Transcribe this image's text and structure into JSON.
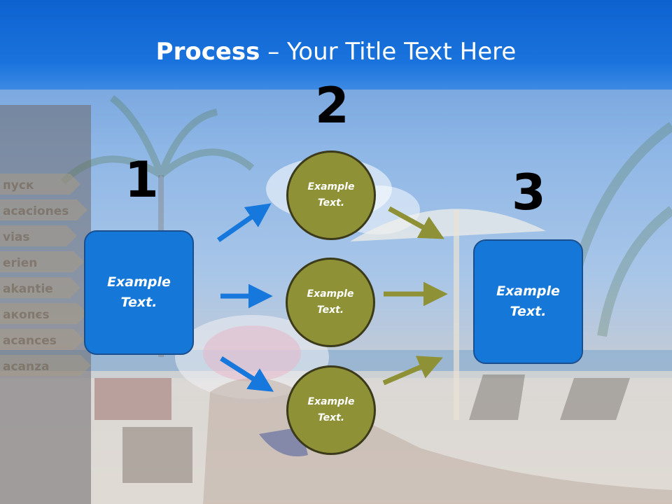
{
  "title": {
    "bold": "Process",
    "dash": " – ",
    "rest": "Your Title Text Here"
  },
  "steps": {
    "one": "1",
    "two": "2",
    "three": "3"
  },
  "left_box": {
    "line1": "Example",
    "line2": "Text."
  },
  "right_box": {
    "line1": "Example",
    "line2": "Text."
  },
  "circles": [
    {
      "line1": "Example",
      "line2": "Text."
    },
    {
      "line1": "Example",
      "line2": "Text."
    },
    {
      "line1": "Example",
      "line2": "Text."
    }
  ],
  "signposts": [
    "пуск",
    "acaciones",
    "vias",
    "erien",
    "akantie",
    "акопєs",
    "acances",
    "acanza"
  ],
  "colors": {
    "header": "#1a73dd",
    "box": "#1577d8",
    "circle": "#8e9135",
    "blue_arrow": "#1677dc",
    "olive_arrow": "#8e9135"
  }
}
